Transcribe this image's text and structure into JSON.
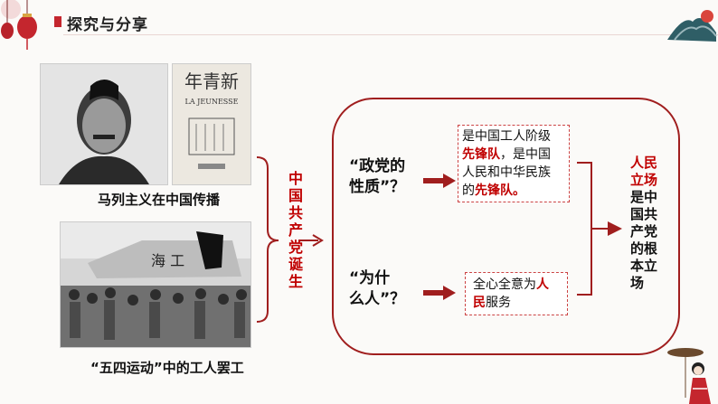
{
  "title": "探究与分享",
  "captions": {
    "photo1": "马列主义在中国传播",
    "photo2": "“五四运动”中的工人罢工"
  },
  "magazine": {
    "cover_title": "新青年",
    "subtitle": "LA JEUNESSE"
  },
  "center_label": [
    "中",
    "国",
    "共",
    "产",
    "党",
    "诞",
    "生"
  ],
  "questions": {
    "q1_line1": "“政党的",
    "q1_line2": "性质”？",
    "q2_line1": "“为什",
    "q2_line2": "么人”？"
  },
  "answer1": {
    "l1": "是中国工人阶级",
    "l2a": "先锋队",
    "l2b": "，是中国",
    "l3": "人民和中华民族",
    "l4a": "的",
    "l4b": "先锋队。"
  },
  "answer2": {
    "l1a": "全心全意为",
    "l1b": "人",
    "l2a": "民",
    "l2b": "服务"
  },
  "result": {
    "red": [
      "人民",
      "立场"
    ],
    "black": [
      "是中",
      "国共",
      "产党",
      "的根",
      "本立",
      "场"
    ]
  },
  "colors": {
    "accent": "#c00000",
    "frame": "#a01e1e"
  }
}
